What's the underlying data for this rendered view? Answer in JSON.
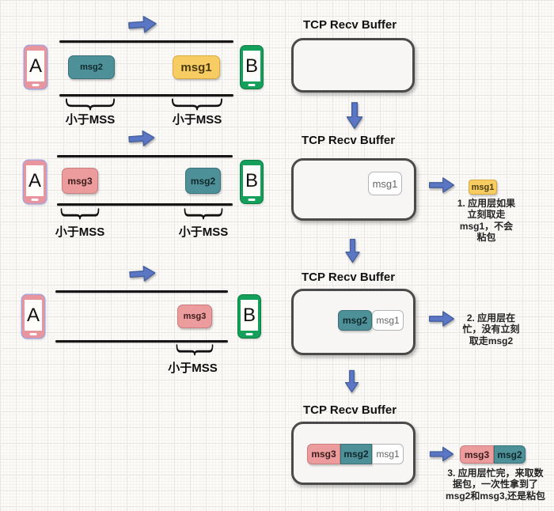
{
  "palette": {
    "teal": "#4e9098",
    "pink": "#ec9c9c",
    "yellow": "#f7cd63",
    "white_chip": "#ffffff",
    "arrow_blue": "#5b76c4",
    "wire_black": "#161616",
    "buffer_fill": "#f7f6f4",
    "buffer_border": "#4a4a4a",
    "phone_a_frame": "#e8959d",
    "phone_b_frame": "#14a05a"
  },
  "lanes": [
    {
      "sender": "A",
      "receiver": "B",
      "messages": [
        {
          "label": "msg2",
          "color": "teal"
        },
        {
          "label": "msg1",
          "color": "yellow"
        }
      ],
      "mss": [
        "小于MSS",
        "小于MSS"
      ]
    },
    {
      "sender": "A",
      "receiver": "B",
      "messages": [
        {
          "label": "msg3",
          "color": "pink"
        },
        {
          "label": "msg2",
          "color": "teal"
        }
      ],
      "mss": [
        "小于MSS",
        "小于MSS"
      ]
    },
    {
      "sender": "A",
      "receiver": "B",
      "messages": [
        {
          "label": "msg3",
          "color": "pink"
        }
      ],
      "mss": [
        "小于MSS"
      ]
    }
  ],
  "buffers": [
    {
      "title": "TCP Recv Buffer",
      "chips": []
    },
    {
      "title": "TCP Recv Buffer",
      "chips": [
        "msg1"
      ],
      "output": [
        "msg1"
      ],
      "note": "1. 应用层如果\n立刻取走\nmsg1，不会\n粘包"
    },
    {
      "title": "TCP Recv Buffer",
      "chips": [
        "msg2",
        "msg1"
      ],
      "note": "2. 应用层在\n忙，没有立刻\n取走msg2"
    },
    {
      "title": "TCP Recv Buffer",
      "chips": [
        "msg3",
        "msg2",
        "msg1"
      ],
      "output": [
        "msg3",
        "msg2"
      ],
      "note": "3. 应用层忙完，来取数\n据包，一次性拿到了\nmsg2和msg3,还是粘包"
    }
  ]
}
